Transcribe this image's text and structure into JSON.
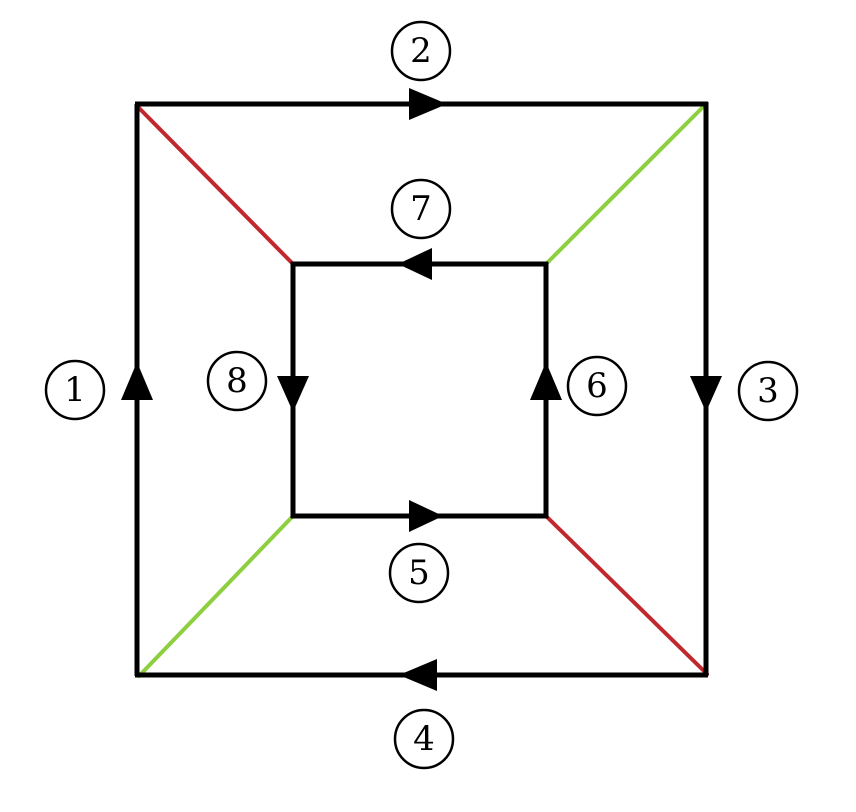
{
  "colors": {
    "edge": "#000000",
    "red": "#c0282d",
    "green": "#8dcf3f",
    "label": "#000000"
  },
  "labels": {
    "one": "1",
    "two": "2",
    "three": "3",
    "four": "4",
    "five": "5",
    "six": "6",
    "seven": "7",
    "eight": "8"
  }
}
